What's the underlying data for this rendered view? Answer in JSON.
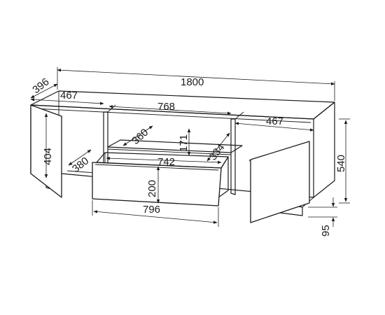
{
  "dimensions": {
    "total_width": "1800",
    "depth": "396",
    "left_section_width": "467",
    "middle_section_width": "768",
    "right_section_width": "467",
    "total_height": "540",
    "leg_height": "95",
    "door_height": "404",
    "inner_depth": "380",
    "shelf_depth": "360",
    "shelf_gap": "171",
    "drawer_depth": "334",
    "drawer_inner_width": "742",
    "drawer_height": "200",
    "drawer_front_width": "796"
  }
}
